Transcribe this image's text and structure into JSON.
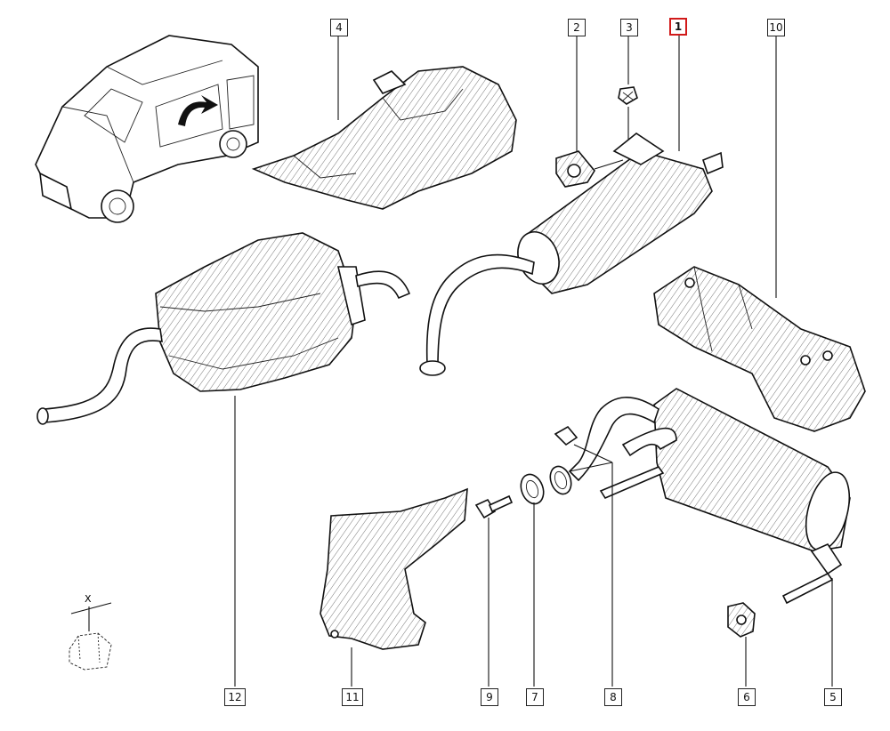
{
  "diagram": {
    "callouts": [
      {
        "key": "c1",
        "label": "1",
        "highlighted": true
      },
      {
        "key": "c2",
        "label": "2"
      },
      {
        "key": "c3",
        "label": "3"
      },
      {
        "key": "c4",
        "label": "4"
      },
      {
        "key": "c5",
        "label": "5"
      },
      {
        "key": "c6",
        "label": "6"
      },
      {
        "key": "c7",
        "label": "7"
      },
      {
        "key": "c8",
        "label": "8"
      },
      {
        "key": "c9",
        "label": "9"
      },
      {
        "key": "c10",
        "label": "10"
      },
      {
        "key": "c11",
        "label": "11"
      },
      {
        "key": "c12",
        "label": "12"
      }
    ],
    "highlight_color": "#d11a1a",
    "torque_symbol": "X"
  }
}
